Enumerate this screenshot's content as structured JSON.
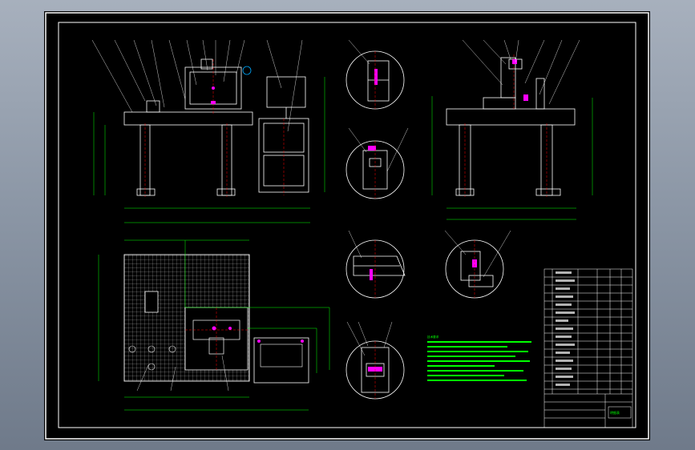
{
  "colors": {
    "background": "#7d8899",
    "sheet": "#000000",
    "outline": "#ffffff",
    "dimension": "#00ff00",
    "centerline": "#ff0000",
    "annotation": "#ffffff",
    "highlight": "#00aaff",
    "accent": "#ff00ff"
  },
  "views": {
    "front": "front-elevation-view",
    "side": "side-elevation-view",
    "top": "top-plan-view",
    "cabinet": "control-cabinet-view"
  },
  "detail_views": [
    "detail-a",
    "detail-b",
    "detail-c",
    "detail-d",
    "detail-e"
  ],
  "notes_heading": "技术要求",
  "bom_title": "明细表"
}
